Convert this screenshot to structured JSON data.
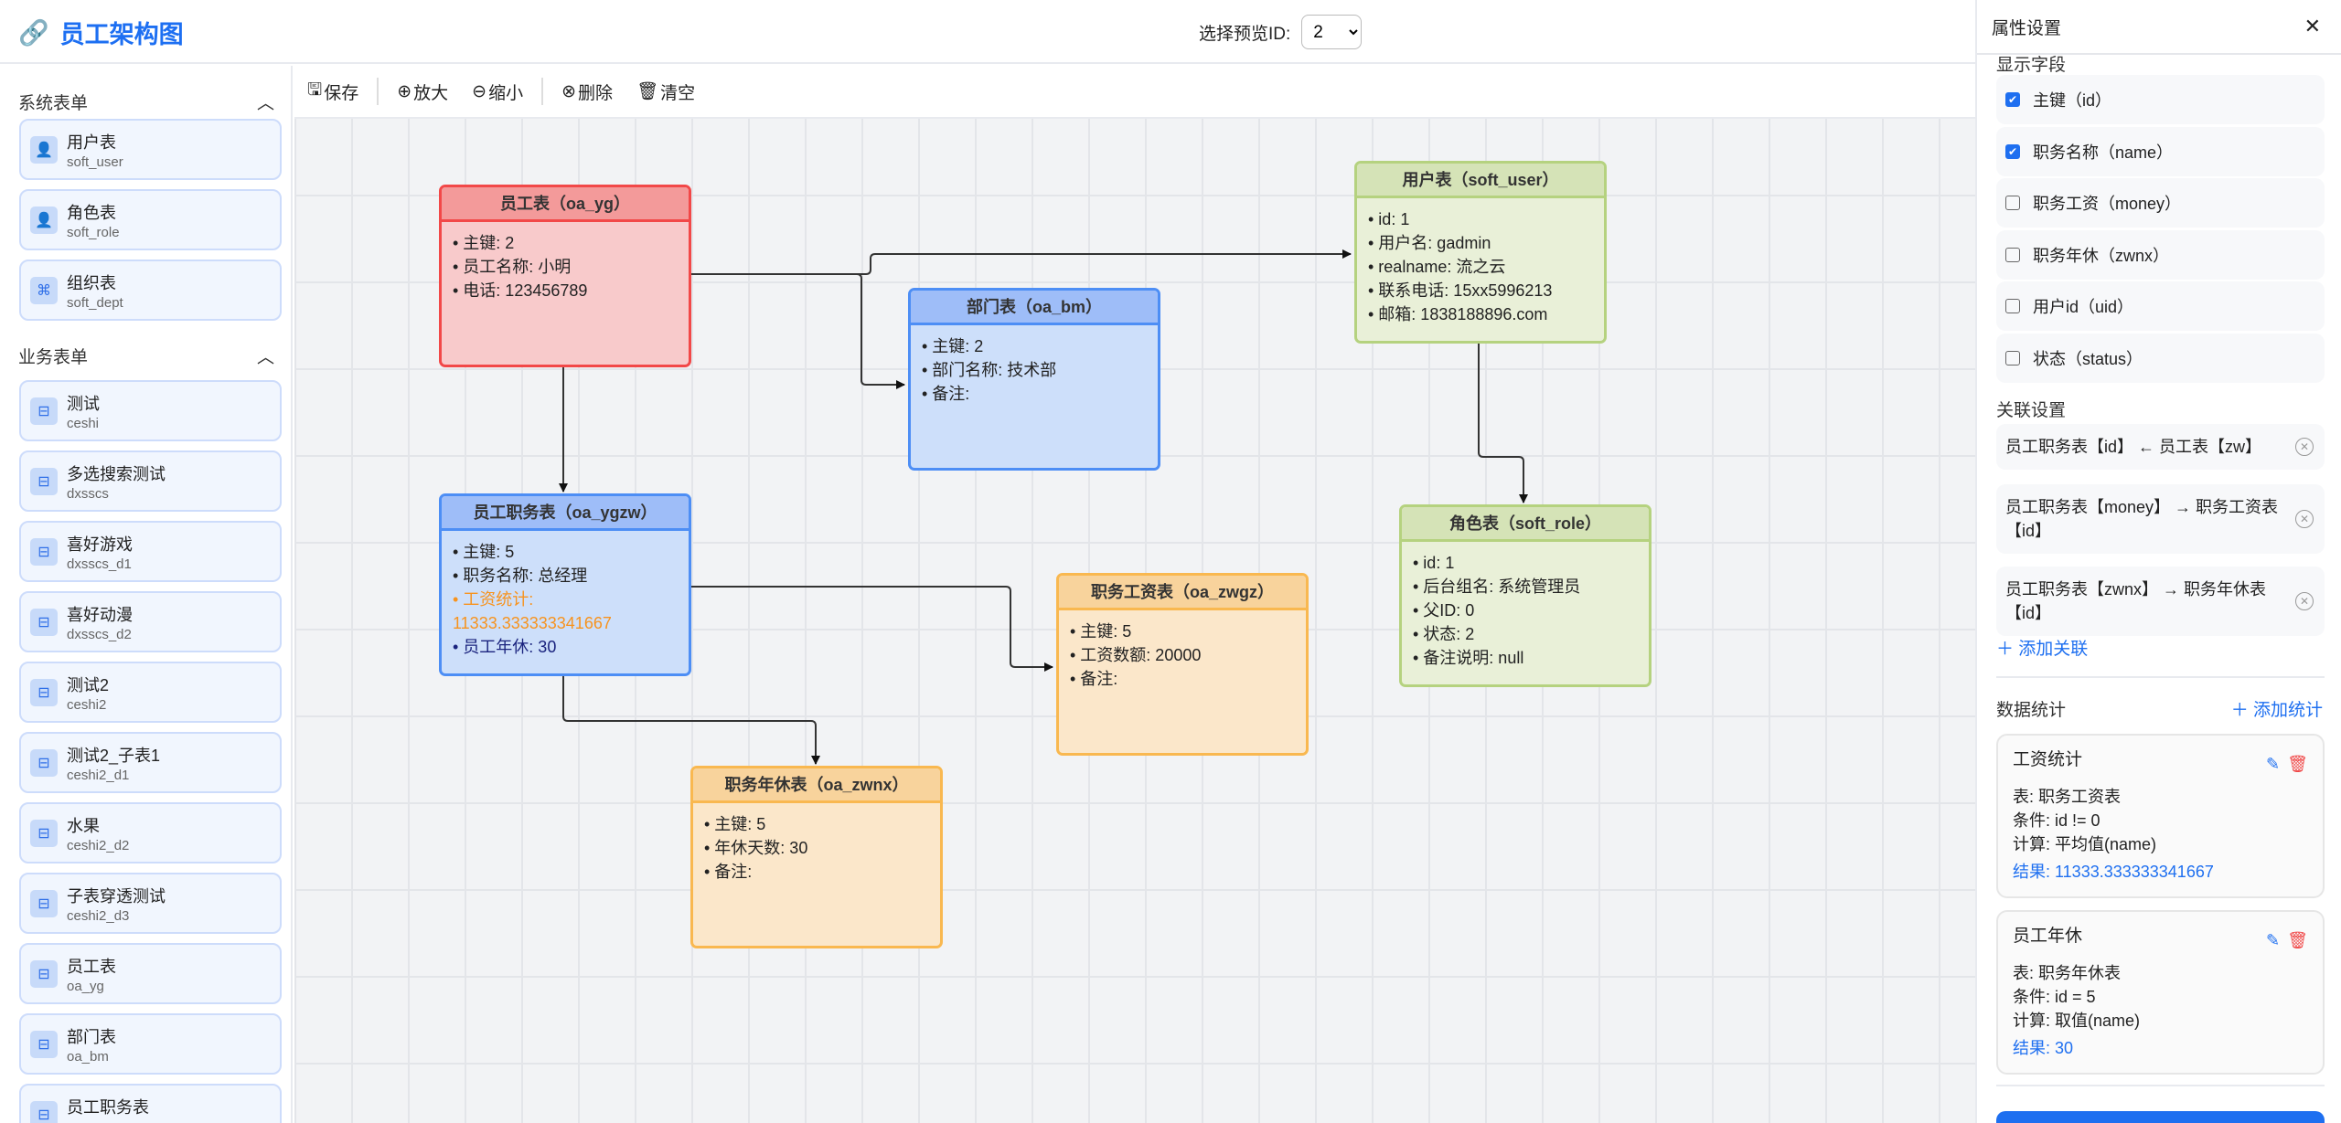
{
  "header": {
    "title": "员工架构图",
    "preview_label": "选择预览ID:",
    "preview_value": "2"
  },
  "sidebar": {
    "system_title": "系统表单",
    "system_items": [
      {
        "name": "用户表",
        "code": "soft_user",
        "icon": "user-icon"
      },
      {
        "name": "角色表",
        "code": "soft_role",
        "icon": "person-icon"
      },
      {
        "name": "组织表",
        "code": "soft_dept",
        "icon": "org-icon"
      }
    ],
    "business_title": "业务表单",
    "business_items": [
      {
        "name": "测试",
        "code": "ceshi"
      },
      {
        "name": "多选搜索测试",
        "code": "dxsscs"
      },
      {
        "name": "喜好游戏",
        "code": "dxsscs_d1"
      },
      {
        "name": "喜好动漫",
        "code": "dxsscs_d2"
      },
      {
        "name": "测试2",
        "code": "ceshi2"
      },
      {
        "name": "测试2_子表1",
        "code": "ceshi2_d1"
      },
      {
        "name": "水果",
        "code": "ceshi2_d2"
      },
      {
        "name": "子表穿透测试",
        "code": "ceshi2_d3"
      },
      {
        "name": "员工表",
        "code": "oa_yg"
      },
      {
        "name": "部门表",
        "code": "oa_bm"
      },
      {
        "name": "员工职务表",
        "code": ""
      }
    ]
  },
  "toolbar": {
    "save": "保存",
    "zoom_in": "放大",
    "zoom_out": "缩小",
    "delete": "删除",
    "clear": "清空"
  },
  "nodes": [
    {
      "id": "oa_yg",
      "title": "员工表（oa_yg）",
      "theme": "red",
      "fields": [
        {
          "text": "• 主键: 2"
        },
        {
          "text": "• 员工名称: 小明"
        },
        {
          "text": "• 电话: 123456789"
        }
      ]
    },
    {
      "id": "oa_bm",
      "title": "部门表（oa_bm）",
      "theme": "blue",
      "fields": [
        {
          "text": "• 主键: 2"
        },
        {
          "text": "• 部门名称: 技术部"
        },
        {
          "text": "• 备注:"
        }
      ]
    },
    {
      "id": "soft_user",
      "title": "用户表（soft_user）",
      "theme": "green",
      "fields": [
        {
          "text": "• id: 1"
        },
        {
          "text": "• 用户名: gadmin"
        },
        {
          "text": "• realname: 流之云"
        },
        {
          "text": "• 联系电话: 15xx5996213"
        },
        {
          "text": "• 邮箱: 1838188896.com"
        }
      ]
    },
    {
      "id": "oa_ygzw",
      "title": "员工职务表（oa_ygzw）",
      "theme": "blue",
      "fields": [
        {
          "text": "• 主键: 5"
        },
        {
          "text": "• 职务名称: 总经理"
        },
        {
          "text": "• 工资统计: 11333.333333341667",
          "color": "#f7931e"
        },
        {
          "text": "• 员工年休: 30",
          "color": "#1a237e"
        }
      ]
    },
    {
      "id": "oa_zwgz",
      "title": "职务工资表（oa_zwgz）",
      "theme": "orange",
      "fields": [
        {
          "text": "• 主键: 5"
        },
        {
          "text": "• 工资数额: 20000"
        },
        {
          "text": "• 备注:"
        }
      ]
    },
    {
      "id": "soft_role",
      "title": "角色表（soft_role）",
      "theme": "green",
      "fields": [
        {
          "text": "• id: 1"
        },
        {
          "text": "• 后台组名: 系统管理员"
        },
        {
          "text": "• 父ID: 0"
        },
        {
          "text": "• 状态: 2"
        },
        {
          "text": "• 备注说明: null"
        }
      ]
    },
    {
      "id": "oa_zwnx",
      "title": "职务年休表（oa_zwnx）",
      "theme": "orange",
      "fields": [
        {
          "text": "• 主键: 5"
        },
        {
          "text": "• 年休天数: 30"
        },
        {
          "text": "• 备注:"
        }
      ]
    }
  ],
  "edges": [
    [
      "oa_yg",
      "oa_bm"
    ],
    [
      "oa_yg",
      "soft_user"
    ],
    [
      "oa_yg",
      "oa_ygzw"
    ],
    [
      "soft_user",
      "soft_role"
    ],
    [
      "oa_ygzw",
      "oa_zwgz"
    ],
    [
      "oa_ygzw",
      "oa_zwnx"
    ]
  ],
  "themes": {
    "red": {
      "header": "#f39a9a",
      "body": "#f8cacb",
      "border": "#f24848"
    },
    "blue": {
      "header": "#9ebdf8",
      "body": "#cddffa",
      "border": "#4d8ef5"
    },
    "green": {
      "header": "#d5e3b7",
      "body": "#e9f0d8",
      "border": "#b5d27f"
    },
    "orange": {
      "header": "#f8d39c",
      "body": "#fbe7ca",
      "border": "#f9b850"
    }
  },
  "panel": {
    "title": "属性设置",
    "fields_title": "显示字段",
    "fields": [
      {
        "label": "主键（id）",
        "checked": true
      },
      {
        "label": "职务名称（name）",
        "checked": true
      },
      {
        "label": "职务工资（money）",
        "checked": false
      },
      {
        "label": "职务年休（zwnx）",
        "checked": false
      },
      {
        "label": "用户id（uid）",
        "checked": false
      },
      {
        "label": "状态（status）",
        "checked": false
      }
    ],
    "relations_title": "关联设置",
    "relations": [
      "员工职务表【id】 ← 员工表【zw】",
      "员工职务表【money】 → 职务工资表【id】",
      "员工职务表【zwnx】 → 职务年休表【id】"
    ],
    "add_relation": "添加关联",
    "stats_title": "数据统计",
    "add_stat": "添加统计",
    "stats": [
      {
        "name": "工资统计",
        "table": "表: 职务工资表",
        "condition": "条件: id != 0",
        "calc": "计算: 平均值(name)",
        "result": "结果: 11333.333333341667"
      },
      {
        "name": "员工年休",
        "table": "表: 职务年休表",
        "condition": "条件: id = 5",
        "calc": "计算: 取值(name)",
        "result": "结果: 30"
      }
    ]
  }
}
